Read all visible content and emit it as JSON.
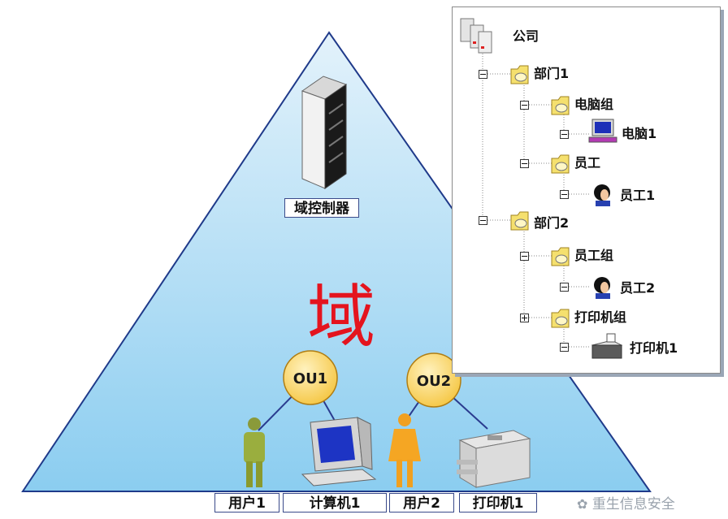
{
  "domain": {
    "title_char": "域",
    "controller_label": "域控制器",
    "ous": [
      "OU1",
      "OU2"
    ],
    "bottom_labels": [
      "用户1",
      "计算机1",
      "用户2",
      "打印机1"
    ]
  },
  "tree": {
    "root": "公司",
    "nodes": [
      {
        "label": "部门1",
        "icon": "folder-icon"
      },
      {
        "label": "电脑组",
        "icon": "folder-icon"
      },
      {
        "label": "电脑1",
        "icon": "computer-icon"
      },
      {
        "label": "员工",
        "icon": "folder-icon"
      },
      {
        "label": "员工1",
        "icon": "user-icon"
      },
      {
        "label": "部门2",
        "icon": "folder-icon"
      },
      {
        "label": "员工组",
        "icon": "folder-icon"
      },
      {
        "label": "员工2",
        "icon": "user-icon"
      },
      {
        "label": "打印机组",
        "icon": "folder-icon"
      },
      {
        "label": "打印机1",
        "icon": "printer-icon"
      }
    ]
  },
  "watermark": "重生信息安全",
  "colors": {
    "triangle_top": "#ddeefa",
    "triangle_bottom": "#8fd0f2",
    "domain_char": "#e4141e",
    "ou_fill": "#fcd86a",
    "tree_line": "#888888"
  }
}
